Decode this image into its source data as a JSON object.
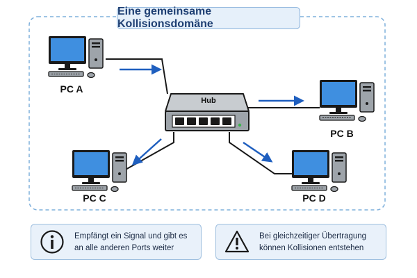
{
  "title": "Eine gemeinsame Kollisionsdomäne",
  "hub": {
    "label": "Hub"
  },
  "pcs": {
    "a": {
      "label": "PC A"
    },
    "b": {
      "label": "PC B"
    },
    "c": {
      "label": "PC C"
    },
    "d": {
      "label": "PC D"
    }
  },
  "info": {
    "left": {
      "icon": "info-icon",
      "line1": "Empfängt ein Signal und gibt es",
      "line2": "an alle anderen Ports weiter"
    },
    "right": {
      "icon": "warning-icon",
      "line1": "Bei gleichzeitiger Übertragung",
      "line2": "können Kollisionen entstehen"
    }
  },
  "colors": {
    "accent": "#1f5fbf",
    "screen": "#3f8fe0",
    "device_body": "#9ea4aa",
    "cable": "#1a1a1a",
    "title_bg": "#e6f0fa",
    "info_bg": "#e9f1fa",
    "domain_border": "#7fb0dc"
  }
}
